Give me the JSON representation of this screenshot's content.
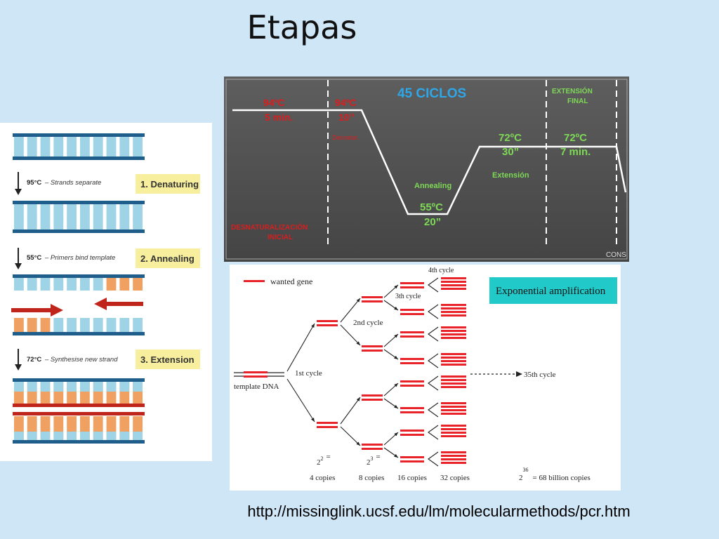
{
  "slide": {
    "title": "Etapas",
    "source_url": "http://missinglink.ucsf.edu/lm/molecularmethods/pcr.htm"
  },
  "pcr_steps": {
    "steps": [
      {
        "temp": "95°C",
        "desc": "– Strands separate",
        "label": "1. Denaturing"
      },
      {
        "temp": "55°C",
        "desc": "– Primers bind template",
        "label": "2. Annealing"
      },
      {
        "temp": "72°C",
        "desc": "– Synthesise new strand",
        "label": "3. Extension"
      }
    ],
    "colors": {
      "strand": "#1f5e8a",
      "teeth": "#9fd3e6",
      "new_strand": "#f0a060",
      "primer": "#c0251c",
      "label_bg": "#f7ef9e"
    }
  },
  "temp_profile": {
    "cycles_title": "45 CICLOS",
    "stage_labels": {
      "initial": "DESNATURALIZACIÓN\nINICIAL",
      "denature": "Desnatur.",
      "annealing": "Annealing",
      "extension": "Extensión",
      "final": "EXTENSIÓN\nFINAL"
    },
    "points": {
      "initial": {
        "temp": "94ºC",
        "time": "5 min."
      },
      "denature": {
        "temp": "94ºC",
        "time": "10’’"
      },
      "annealing": {
        "temp": "55ºC",
        "time": "20”"
      },
      "extension": {
        "temp": "72ºC",
        "time": "30”"
      },
      "final": {
        "temp": "72ºC",
        "time": "7 min."
      }
    },
    "corner_text": "CONS",
    "colors": {
      "background": "#5a5a5a",
      "red": "#d81e1e",
      "cyan": "#2ea7e8",
      "green": "#7ed957",
      "line": "#ffffff"
    }
  },
  "amplification": {
    "legend_label": "wanted gene",
    "title": "Exponential amplification",
    "template_label": "template DNA",
    "cycles": [
      "1st cycle",
      "2nd cycle",
      "3th cycle",
      "4th cycle",
      "35th cycle"
    ],
    "copy_counts": [
      {
        "expr_base": "2",
        "expr_exp": "2",
        "eq": "=",
        "copies": "4 copies"
      },
      {
        "expr_base": "2",
        "expr_exp": "3",
        "eq": "=",
        "copies": "8 copies"
      },
      {
        "copies": "16 copies"
      },
      {
        "copies": "32 copies"
      }
    ],
    "final": {
      "base": "2",
      "exp": "36",
      "text": "= 68 billion copies"
    },
    "colors": {
      "gene": "#e8242a",
      "title_bg": "#22c9c9"
    }
  }
}
